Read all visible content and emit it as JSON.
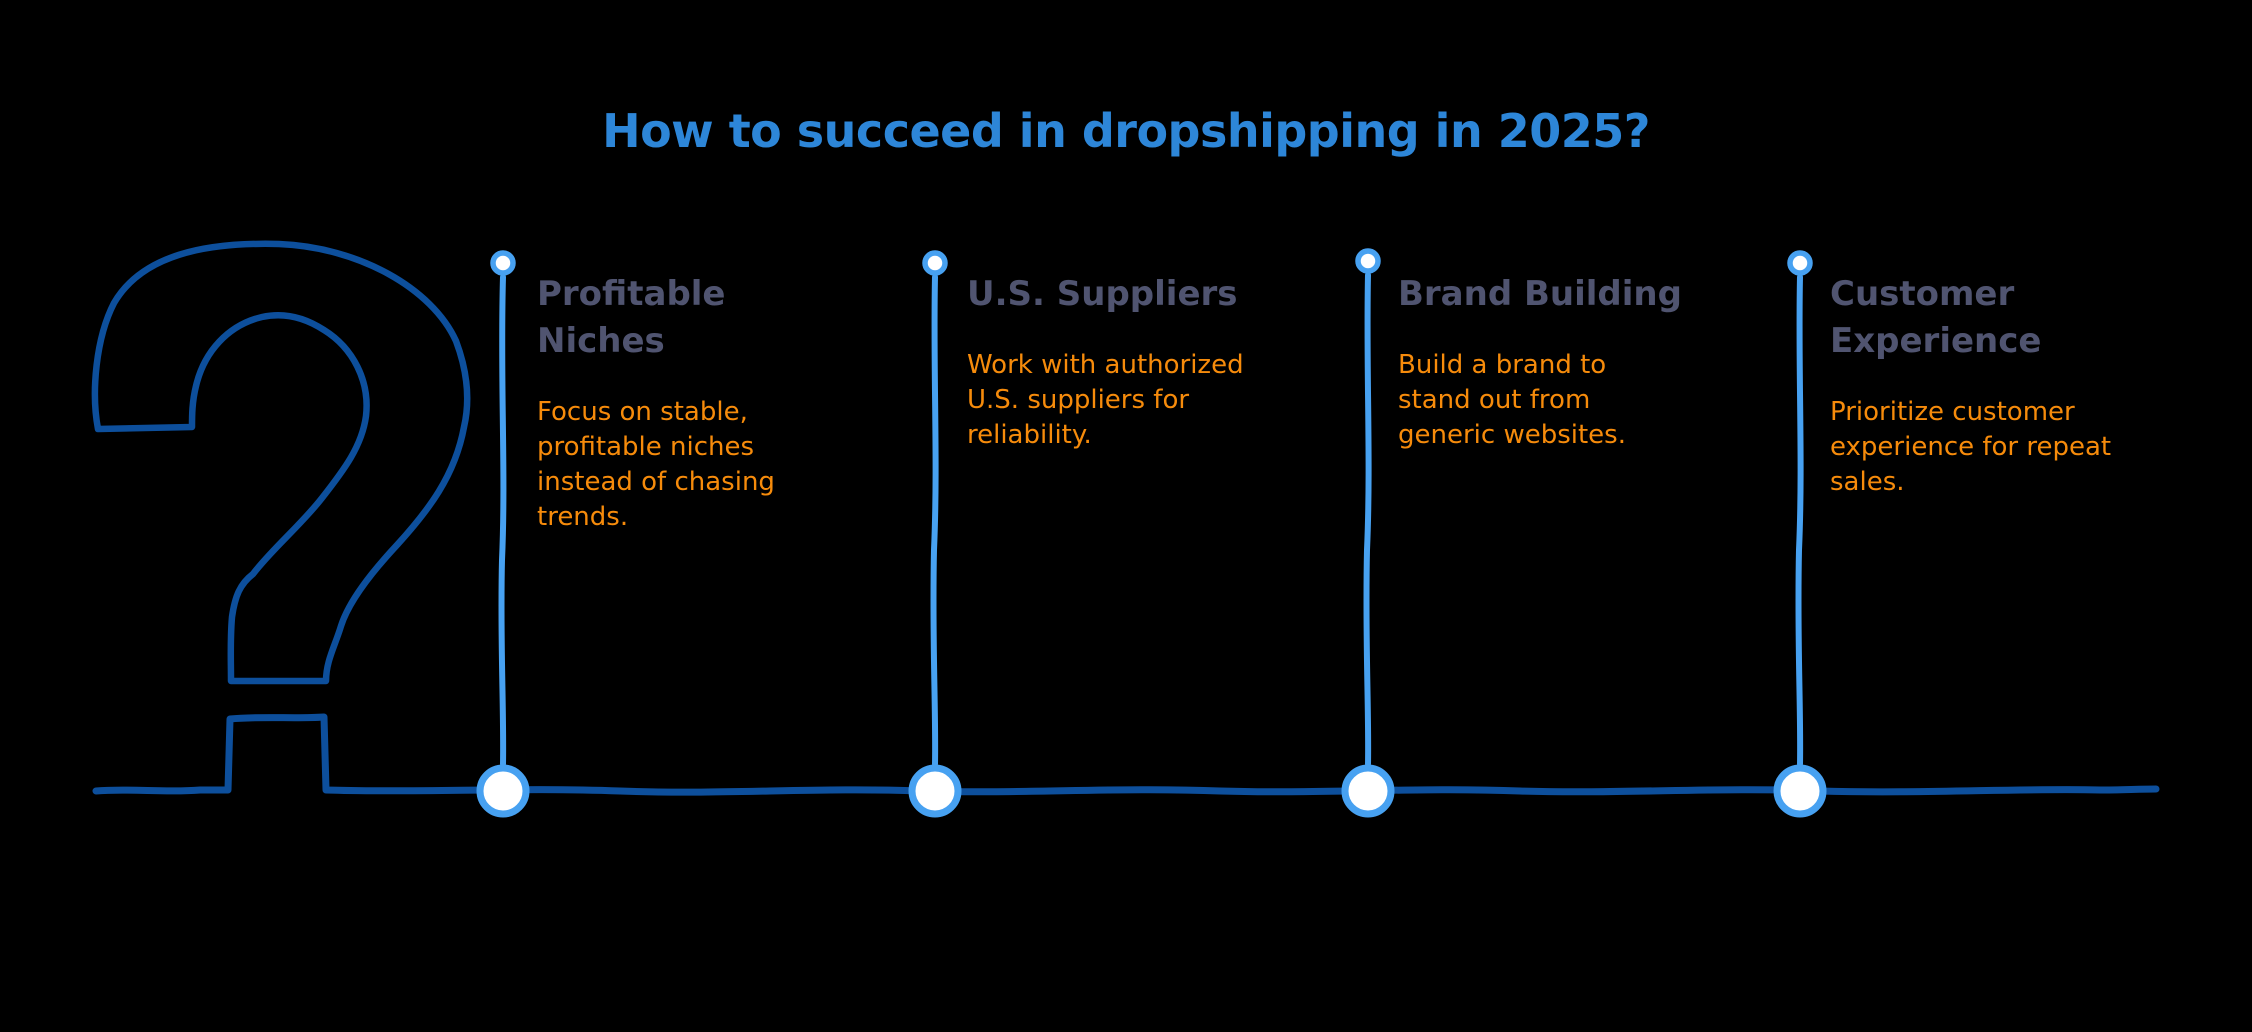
{
  "title": "How to succeed in dropshipping in 2025?",
  "colors": {
    "background": "#000000",
    "title": "#2d86d8",
    "heading": "#505470",
    "body_text": "#f68b0b",
    "timeline_dark_blue": "#0d4f9c",
    "connector_light_blue": "#47a1f1",
    "node_fill": "#ffffff"
  },
  "decor": {
    "question_mark_icon": "?"
  },
  "milestones": [
    {
      "heading": "Profitable\nNiches",
      "body": "Focus on stable,\nprofitable niches\ninstead of chasing\ntrends."
    },
    {
      "heading": "U.S. Suppliers",
      "body": "Work with authorized\nU.S. suppliers for\nreliability."
    },
    {
      "heading": "Brand Building",
      "body": "Build a brand to\nstand out from\ngeneric websites."
    },
    {
      "heading": "Customer\nExperience",
      "body": "Prioritize customer\nexperience for repeat\nsales."
    }
  ]
}
